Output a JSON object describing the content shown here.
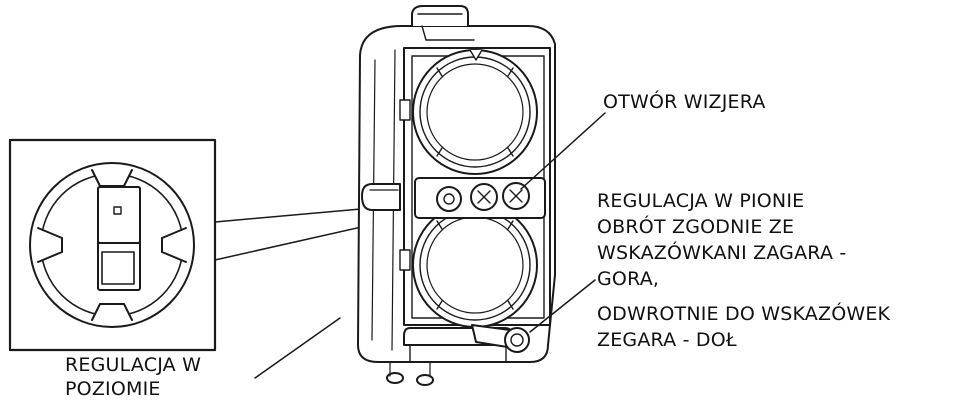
{
  "labels": {
    "sight_hole": "OTWÓR WIZJERA",
    "vertical_line1": "REGULACJA W PIONIE",
    "vertical_line2": "OBRÓT ZGODNIE ZE",
    "vertical_line3": "WSKAZÓWKANI ZAGARA -",
    "vertical_line4": "GORA,",
    "vertical_line5": "ODWROTNIE DO WSKAZÓWEK",
    "vertical_line6": "ZEGARA - DOŁ",
    "horizontal_line1": "REGULACJA W",
    "horizontal_line2": "POZIOMIE"
  },
  "colors": {
    "line": "#1a1a1a",
    "fill": "#ffffff",
    "text": "#111111"
  }
}
